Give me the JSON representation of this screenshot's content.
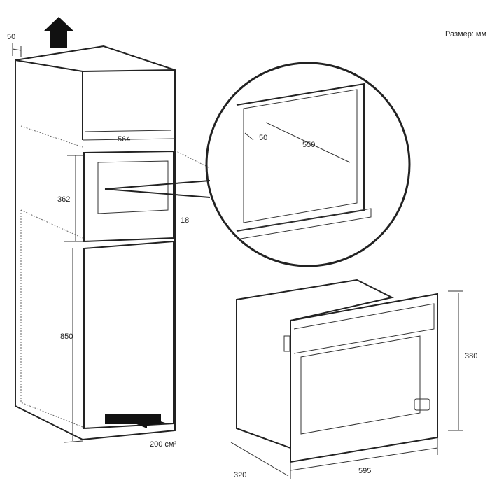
{
  "units_label": "Размер: мм",
  "cabinet": {
    "top_gap": "50",
    "niche_width": "564",
    "niche_height": "362",
    "shelf_thickness": "18",
    "base_height": "850",
    "vent_area": "200 см²"
  },
  "detail": {
    "side_gap": "50",
    "depth": "550"
  },
  "appliance": {
    "height": "380",
    "depth": "320",
    "width": "595"
  }
}
